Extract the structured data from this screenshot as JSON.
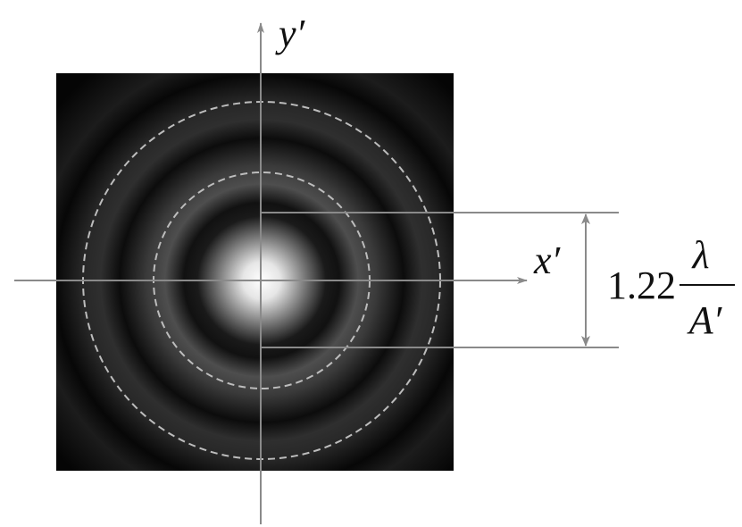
{
  "labels": {
    "y_axis": "y′",
    "x_axis": "x′",
    "dimension_coefficient": "1.22",
    "dimension_numerator": "λ",
    "dimension_denominator": "A′"
  },
  "colors": {
    "axis": "#8a8a8a",
    "dashed_ring": "#bdbdbd",
    "background_square": "#000000",
    "spot_center": "#ffffff",
    "text": "#111111"
  }
}
